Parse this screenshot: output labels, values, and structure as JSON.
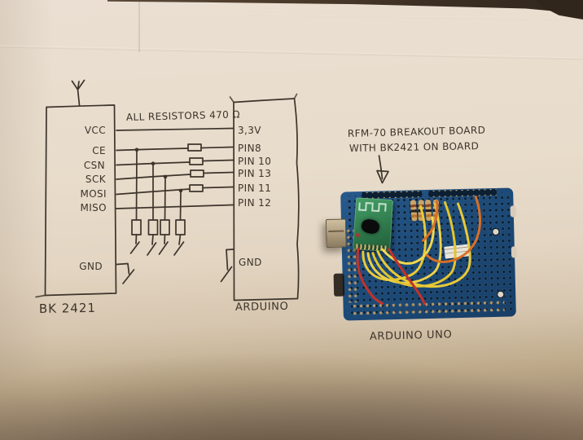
{
  "schematic": {
    "title": "ALL RESISTORS 470 Ω",
    "bk2421": {
      "label": "BK 2421",
      "pins": [
        "VCC",
        "CE",
        "CSN",
        "SCK",
        "MOSI",
        "MISO"
      ],
      "gnd_label": "GND"
    },
    "arduino": {
      "label": "ARDUINO",
      "pins": [
        "3,3V",
        "PIN8",
        "PIN 10",
        "PIN 13",
        "PIN 11",
        "PIN 12"
      ],
      "gnd_label": "GND"
    },
    "connections": [
      {
        "from": "VCC",
        "to": "3,3V",
        "series_resistor": false,
        "pulldown_resistor": false
      },
      {
        "from": "CE",
        "to": "PIN8",
        "series_resistor": true,
        "pulldown_resistor": true
      },
      {
        "from": "CSN",
        "to": "PIN 10",
        "series_resistor": true,
        "pulldown_resistor": true
      },
      {
        "from": "SCK",
        "to": "PIN 13",
        "series_resistor": true,
        "pulldown_resistor": true
      },
      {
        "from": "MOSI",
        "to": "PIN 11",
        "series_resistor": true,
        "pulldown_resistor": true
      },
      {
        "from": "MISO",
        "to": "PIN 12",
        "series_resistor": false,
        "pulldown_resistor": false
      }
    ]
  },
  "annotation": {
    "line1": "RFM-70 BREAKOUT BOARD",
    "line2": "WITH BK2421 ON BOARD"
  },
  "caption": "ARDUINO UNO",
  "colors": {
    "ink": "#3c342b",
    "paper": "#e7dbca",
    "table": "#3b2e22",
    "board_blue": "#1d4b79",
    "module_green": "#2f7a4c",
    "wire_yellow": "#e8c937",
    "wire_red": "#c2322a",
    "wire_orange": "#d96f26",
    "resistor_tan": "#caa368"
  }
}
